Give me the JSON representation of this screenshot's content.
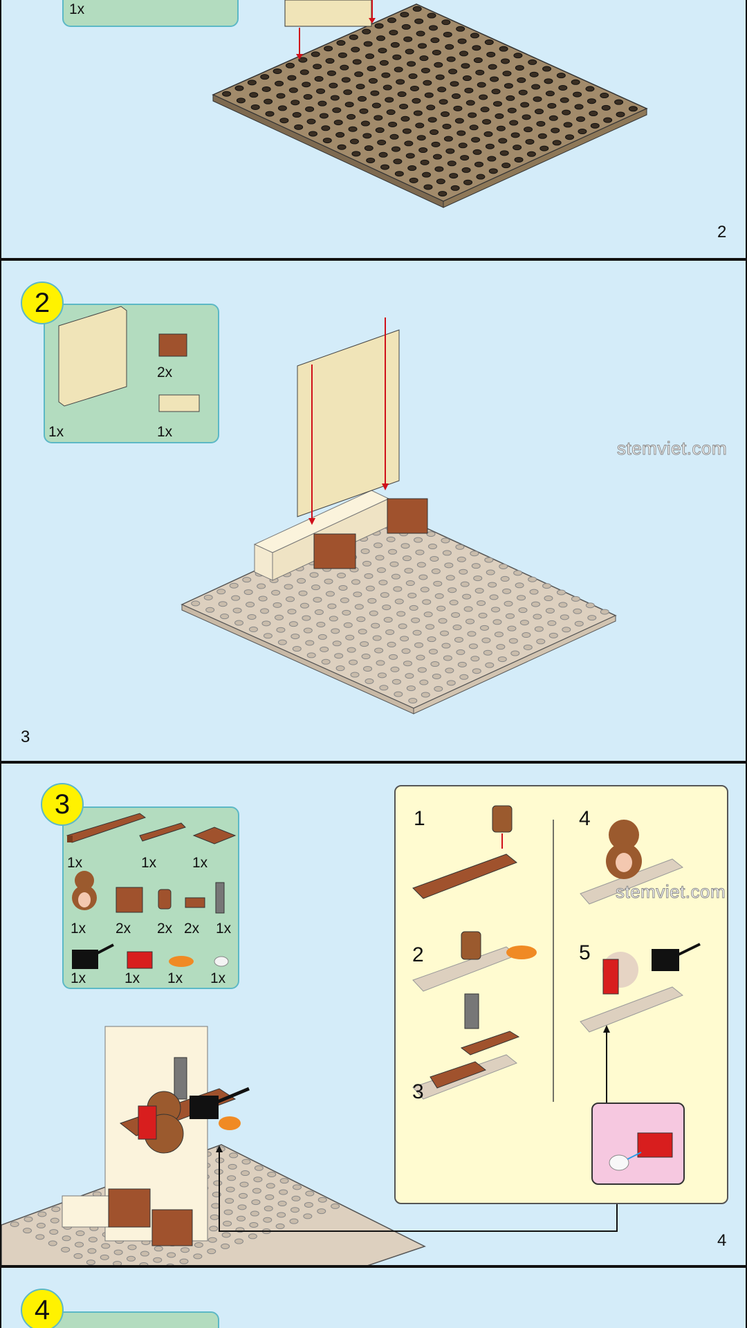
{
  "watermark": "stemviet.com",
  "panel1": {
    "page": "2",
    "parts": [
      {
        "qty": "1x"
      }
    ]
  },
  "panel2": {
    "page": "3",
    "step": "2",
    "parts": [
      {
        "name": "wall-1x6x5",
        "qty": "1x"
      },
      {
        "name": "brick-1x2-brown",
        "qty": "2x"
      },
      {
        "name": "brick-1x4-cream",
        "qty": "1x"
      }
    ]
  },
  "panel3": {
    "page": "4",
    "step": "3",
    "parts": [
      {
        "name": "plate-2x6-brown",
        "qty": "1x"
      },
      {
        "name": "plate-1x3-brown",
        "qty": "1x"
      },
      {
        "name": "tile-2x2-brown",
        "qty": "1x"
      },
      {
        "name": "teddy-bear",
        "qty": "1x"
      },
      {
        "name": "brick-1x2-round-brown",
        "qty": "2x"
      },
      {
        "name": "round-brick-brown",
        "qty": "2x"
      },
      {
        "name": "clip-plate-brown",
        "qty": "2x"
      },
      {
        "name": "telescope-gray",
        "qty": "1x"
      },
      {
        "name": "camera-black",
        "qty": "1x"
      },
      {
        "name": "camera-red",
        "qty": "1x"
      },
      {
        "name": "binoculars-orange",
        "qty": "1x"
      },
      {
        "name": "round-tile-clear",
        "qty": "1x"
      }
    ],
    "substeps": [
      "1",
      "2",
      "3",
      "4",
      "5"
    ]
  },
  "panel4": {
    "step": "4"
  },
  "colors": {
    "background": "#d4ecf9",
    "parts_box": "#b3dcbf",
    "step_circle": "#fff200",
    "substep_box": "#fffbd0",
    "arrow": "#d0101a"
  }
}
